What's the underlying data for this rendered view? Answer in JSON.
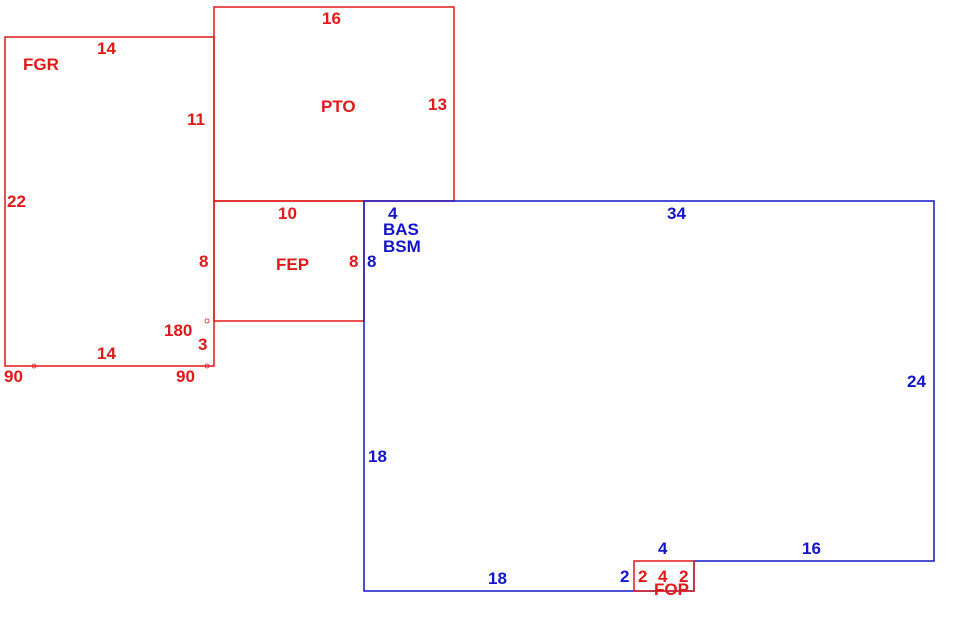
{
  "colors": {
    "red": "#e0191b",
    "blue": "#1414c8"
  },
  "areas": {
    "fgr": "FGR",
    "pto": "PTO",
    "fep": "FEP",
    "bas": "BAS",
    "bsm": "BSM",
    "fop": "FOP"
  },
  "dims": {
    "fgr_top": "14",
    "fgr_right": "11",
    "fgr_left": "22",
    "fgr_right_lower": "8",
    "fgr_bottom": "14",
    "fgr_notch_h": "3",
    "fgr_angle_inner": "180",
    "fgr_angle_bl": "90",
    "fgr_angle_br": "90",
    "pto_top": "16",
    "pto_right": "13",
    "fep_top": "10",
    "fep_right": "8",
    "bas_right_of_fep": "8",
    "bas_top_left": "4",
    "bas_top": "34",
    "bas_right": "24",
    "bas_left": "18",
    "bas_bottom_left": "18",
    "bas_bottom_right": "16",
    "bas_step": "2",
    "bas_notch_top": "4",
    "fop_left": "2",
    "fop_mid": "4",
    "fop_right": "2"
  }
}
